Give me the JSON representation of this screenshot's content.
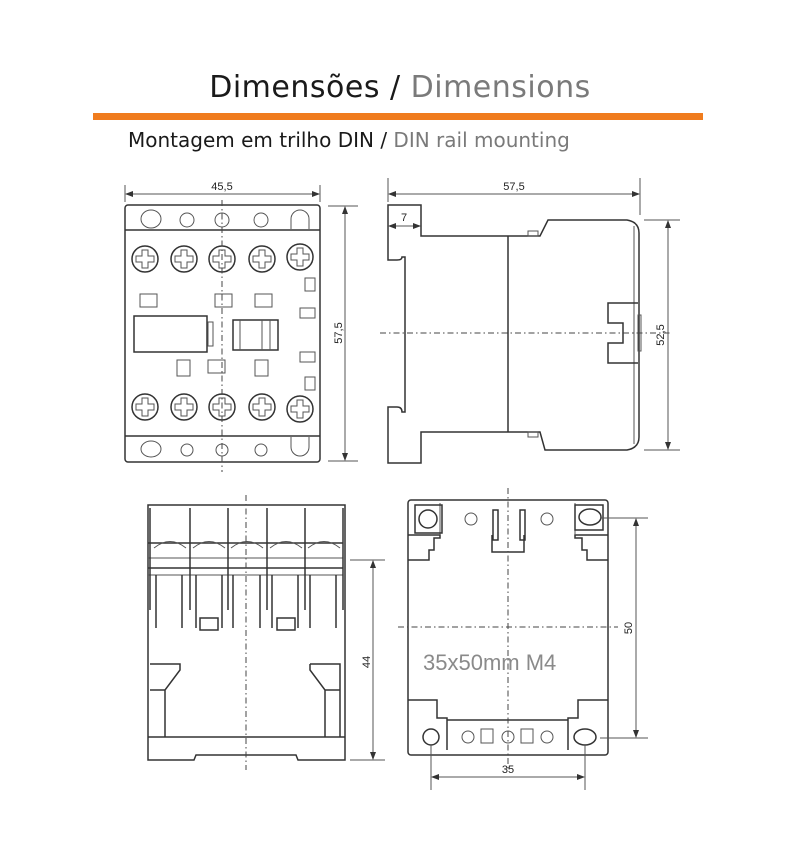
{
  "header": {
    "title_pt": "Dimensões",
    "separator": " / ",
    "title_en": "Dimensions",
    "subtitle_pt": "Montagem em trilho DIN",
    "subtitle_en": "DIN rail mounting",
    "accent_color": "#f07c1e"
  },
  "front_view": {
    "width_dim": "45,5",
    "height_dim": "57,5"
  },
  "side_view": {
    "depth_dim": "57,5",
    "rail_dim": "7",
    "height_dim": "52,5"
  },
  "terminal_view": {
    "height_dim": "44"
  },
  "rear_view": {
    "mount_label": "35x50mm  M4",
    "width_dim": "35",
    "height_dim": "50"
  }
}
